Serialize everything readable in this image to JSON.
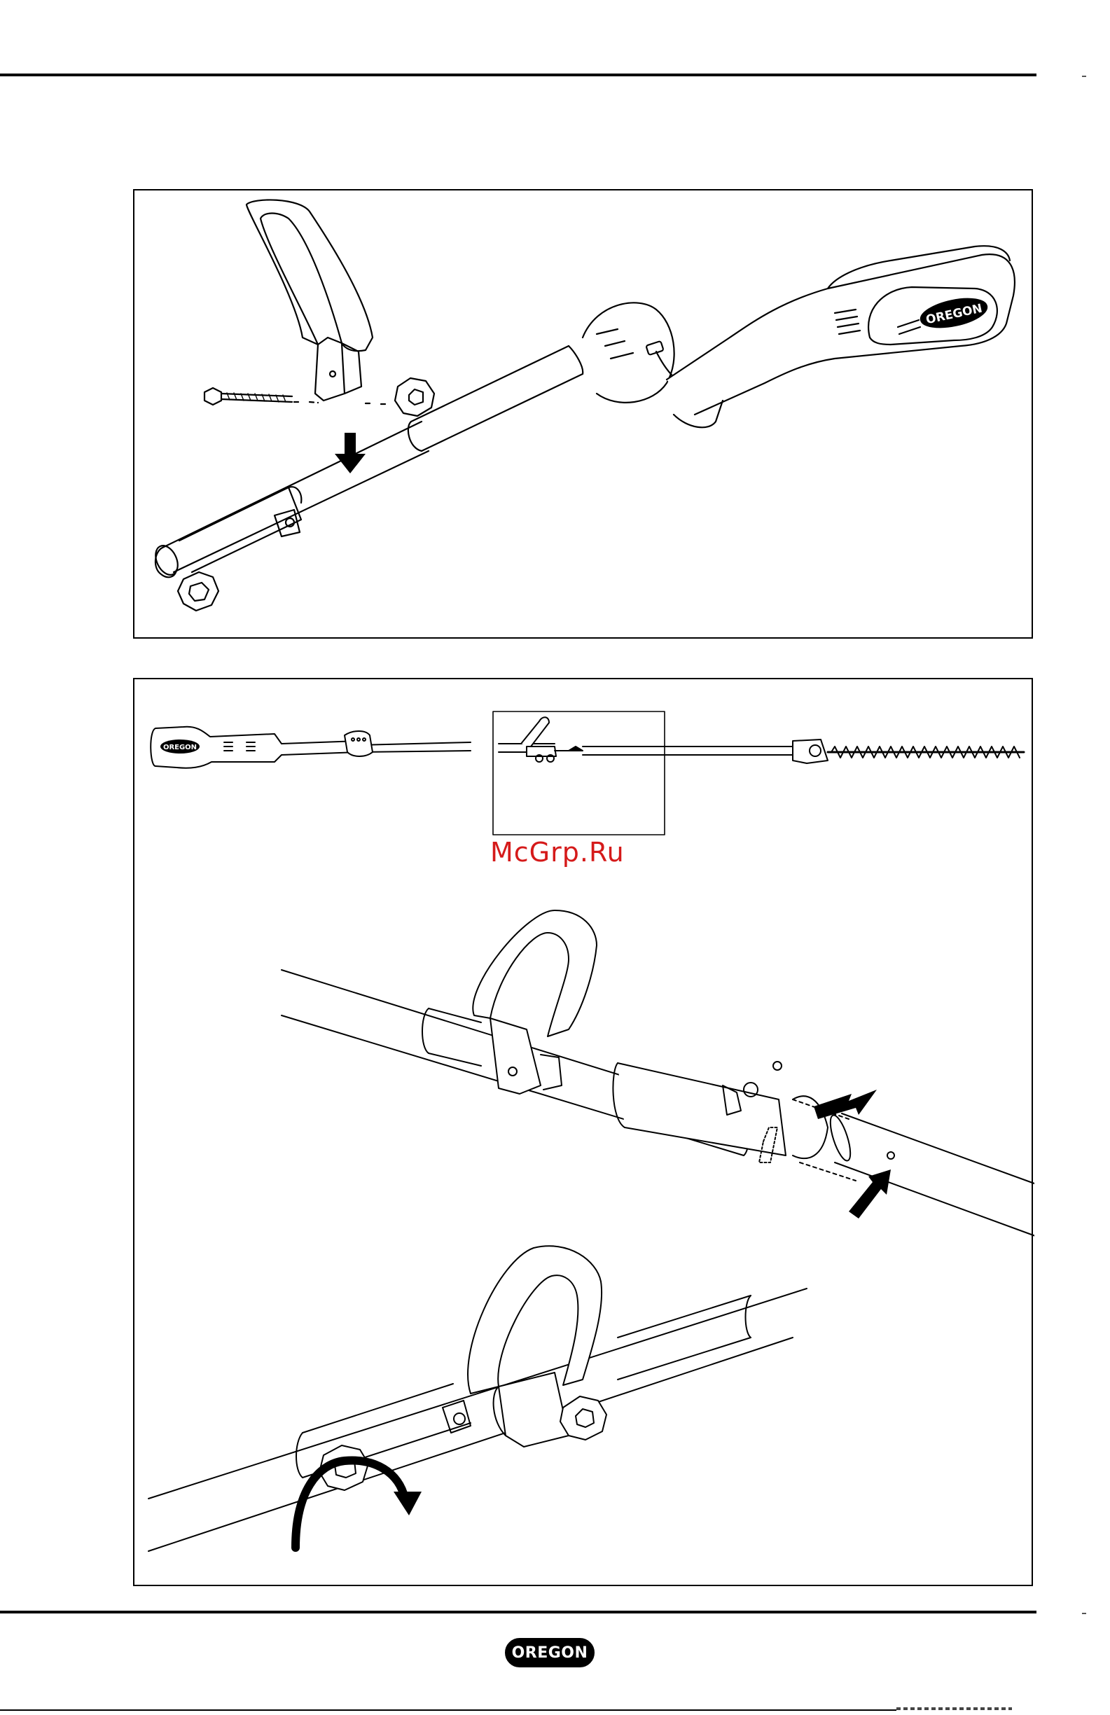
{
  "page": {
    "watermark": "McGrp.Ru"
  },
  "figure_top": {
    "brand_text": "OREGON"
  },
  "figure_bottom": {
    "brand_text": "OREGON"
  },
  "footer": {
    "logo_text": "OREGON"
  },
  "colors": {
    "ink": "#000000",
    "watermark": "#d51a1a",
    "paper": "#ffffff"
  }
}
